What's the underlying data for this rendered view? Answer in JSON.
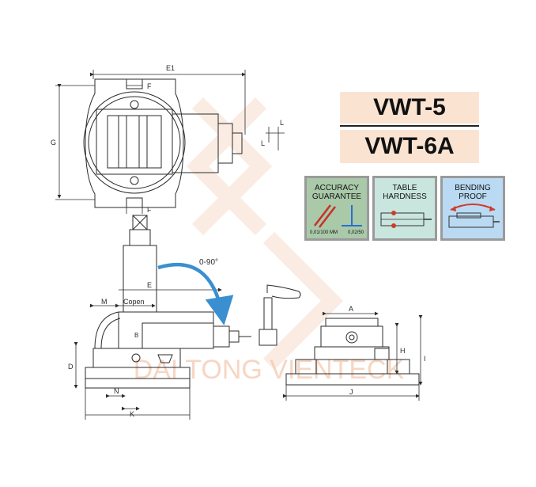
{
  "models": [
    "VWT-5",
    "VWT-6A"
  ],
  "badges": [
    {
      "title_line1": "ACCURACY",
      "title_line2": "GUARANTEE",
      "notes": [
        "0,01/100 MM",
        "0,02/50"
      ],
      "color": "#2f9a4a"
    },
    {
      "title_line1": "TABLE",
      "title_line2": "HARDNESS",
      "notes": [],
      "color": "#7cc6b8"
    },
    {
      "title_line1": "BENDING",
      "title_line2": "PROOF",
      "notes": [],
      "color": "#6bb3e6"
    }
  ],
  "dimensions": {
    "E1": "E1",
    "F": "F",
    "G": "G",
    "L": "L",
    "E": "E",
    "M": "M",
    "C_open": "Copen",
    "B": "B",
    "D": "D",
    "N": "N",
    "K": "K",
    "A": "A",
    "H": "H",
    "I": "I",
    "J": "J"
  },
  "rotation_label": "0-90°",
  "watermark": "DAI TONG VIENTECK",
  "colors": {
    "line": "#2b2b2b",
    "arrow": "#3a8fd0",
    "model_bg": "#fbe3d2",
    "watermark": "#f3c9b0"
  }
}
